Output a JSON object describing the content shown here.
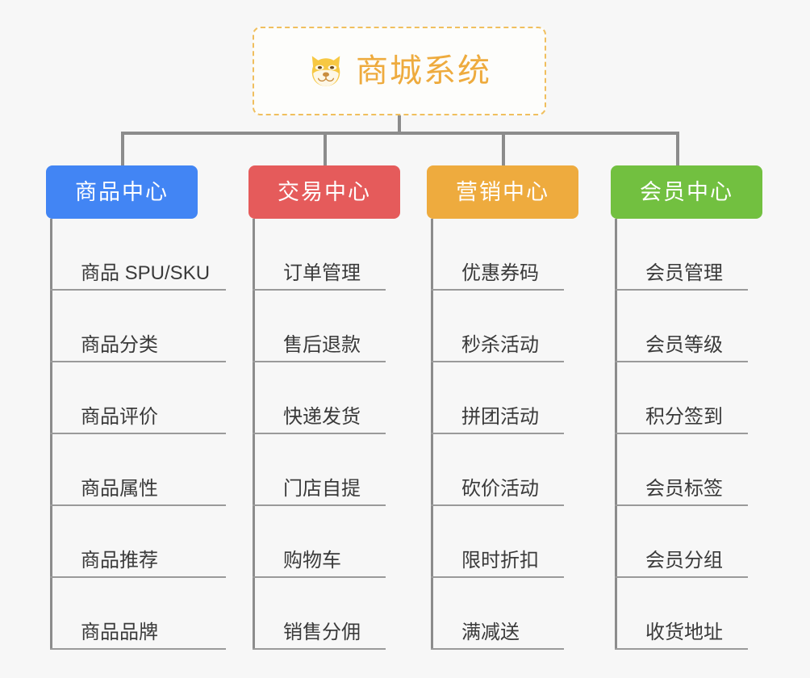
{
  "page": {
    "background_color": "#f7f7f7",
    "type": "mindmap"
  },
  "root": {
    "title": "商城系统",
    "icon": "shiba-dog-face-icon",
    "border_color": "#f0bf5e",
    "text_color": "#eeab3e",
    "background_color": "#fdfdfb"
  },
  "connector": {
    "color": "#8c8c8c"
  },
  "branches": [
    {
      "label": "商品中心",
      "color": "#4285f4",
      "leaves": [
        "商品 SPU/SKU",
        "商品分类",
        "商品评价",
        "商品属性",
        "商品推荐",
        "商品品牌"
      ]
    },
    {
      "label": "交易中心",
      "color": "#e55b5b",
      "leaves": [
        "订单管理",
        "售后退款",
        "快递发货",
        "门店自提",
        "购物车",
        "销售分佣"
      ]
    },
    {
      "label": "营销中心",
      "color": "#eeab3e",
      "leaves": [
        "优惠券码",
        "秒杀活动",
        "拼团活动",
        "砍价活动",
        "限时折扣",
        "满减送"
      ]
    },
    {
      "label": "会员中心",
      "color": "#72c040",
      "leaves": [
        "会员管理",
        "会员等级",
        "积分签到",
        "会员标签",
        "会员分组",
        "收货地址"
      ]
    }
  ]
}
